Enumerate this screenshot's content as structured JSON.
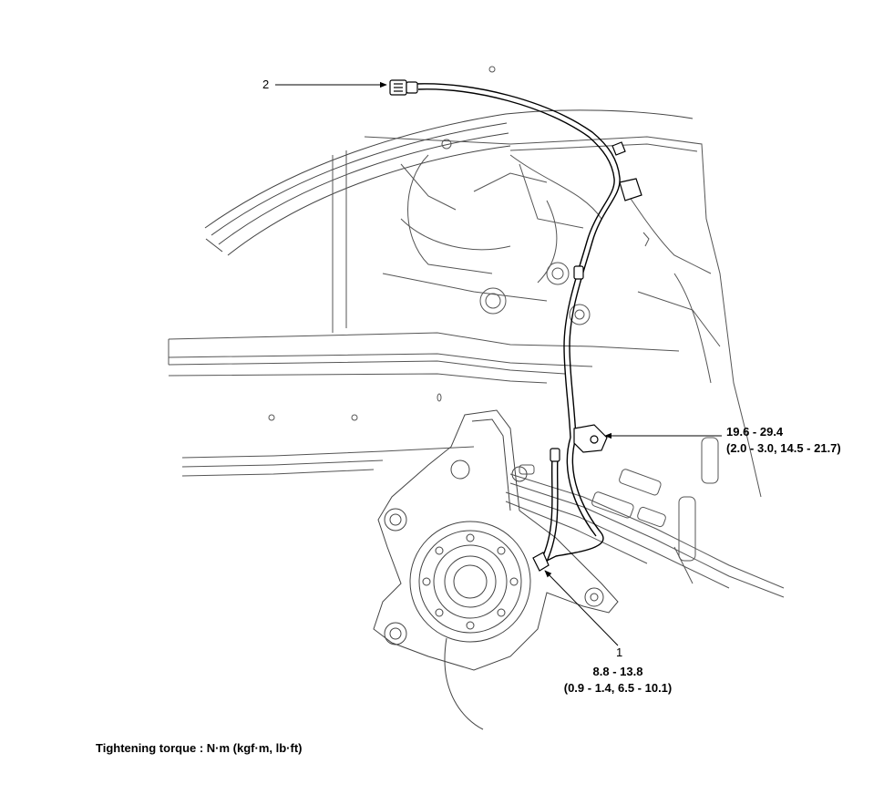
{
  "callouts": {
    "part2": {
      "number": "2"
    },
    "clip_bolt": {
      "torque_nm": "19.6 - 29.4",
      "torque_other": "(2.0 - 3.0, 14.5 - 21.7)"
    },
    "part1": {
      "number": "1",
      "torque_nm": "8.8 - 13.8",
      "torque_other": "(0.9 - 1.4, 6.5 - 10.1)"
    }
  },
  "footnote": "Tightening torque : N·m (kgf·m, lb·ft)"
}
